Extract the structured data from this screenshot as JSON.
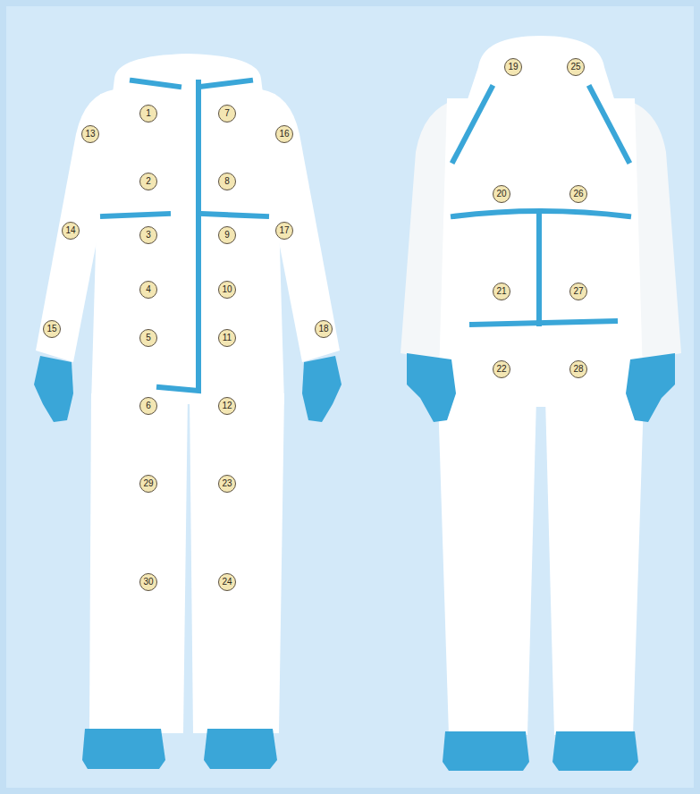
{
  "diagram": {
    "labels": [
      "1",
      "2",
      "3",
      "4",
      "5",
      "6",
      "7",
      "8",
      "9",
      "10",
      "11",
      "12",
      "13",
      "14",
      "15",
      "16",
      "17",
      "18",
      "19",
      "20",
      "21",
      "22",
      "23",
      "24",
      "25",
      "26",
      "27",
      "28",
      "29",
      "30"
    ]
  }
}
